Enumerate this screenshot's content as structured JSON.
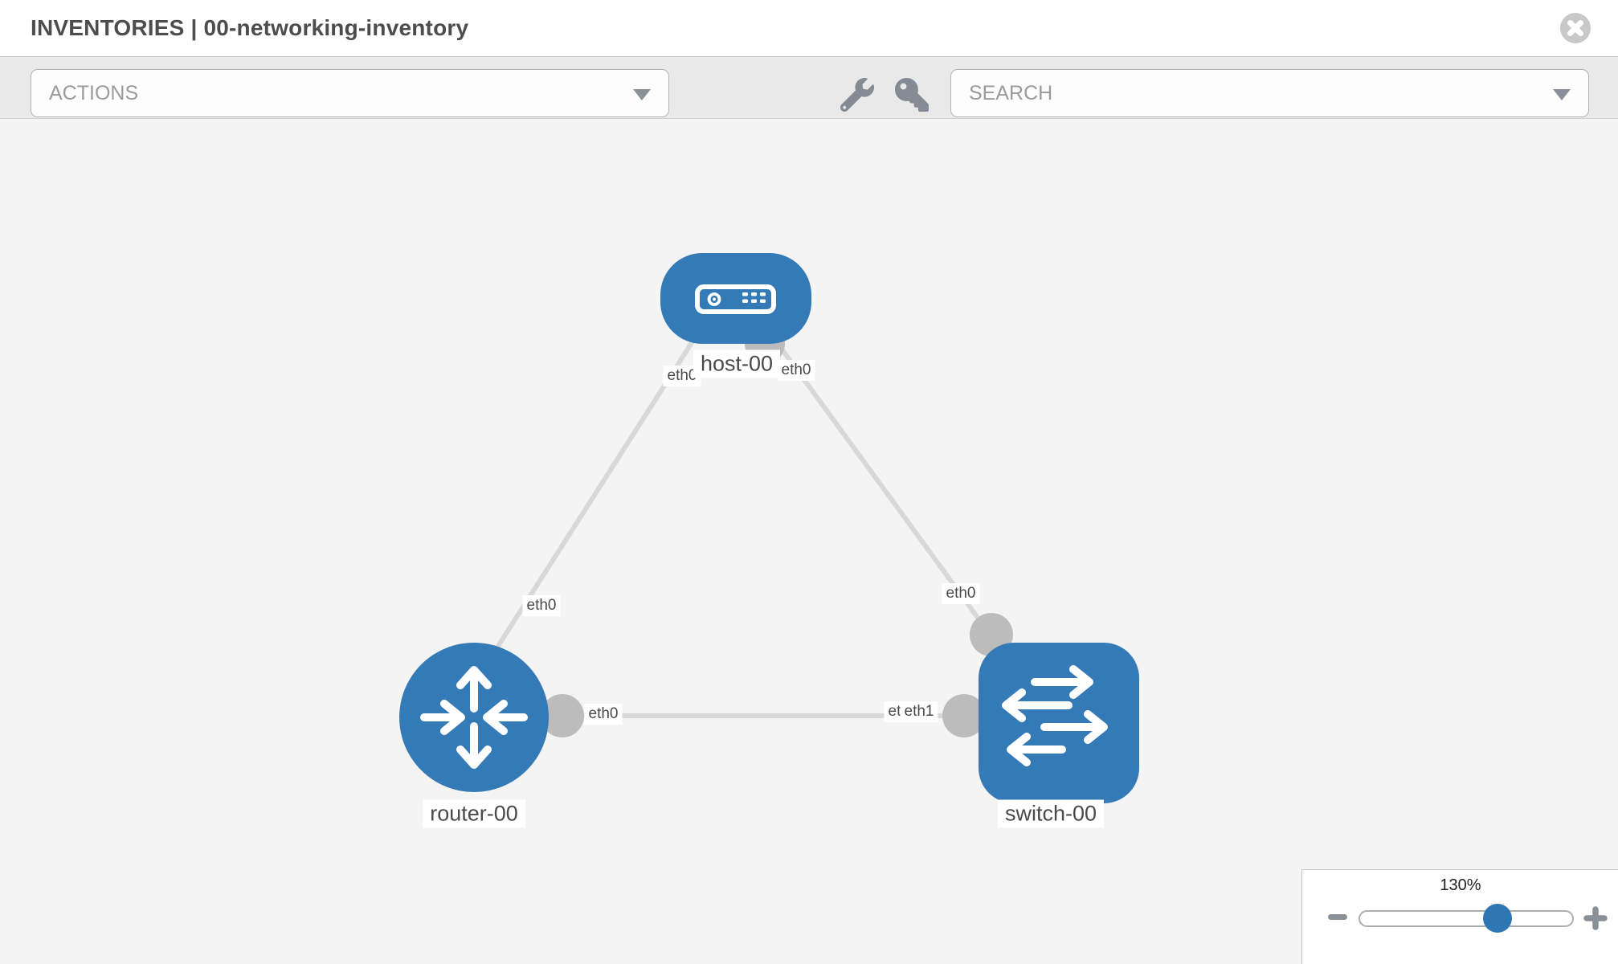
{
  "header": {
    "title": "INVENTORIES | 00-networking-inventory"
  },
  "toolbar": {
    "actions_label": "ACTIONS",
    "search_placeholder": "SEARCH"
  },
  "icons": {
    "close": "close-icon",
    "actions_caret": "chevron-down-icon",
    "wrench": "wrench-icon",
    "key": "key-icon",
    "search_caret": "chevron-down-icon",
    "zoom_out": "minus-icon",
    "zoom_in": "plus-icon"
  },
  "topology": {
    "nodes": {
      "host": {
        "label": "host-00",
        "type": "host"
      },
      "router": {
        "label": "router-00",
        "type": "router"
      },
      "switch": {
        "label": "switch-00",
        "type": "switch"
      }
    },
    "interfaces": {
      "host_left": "eth0",
      "host_right": "eth0",
      "link_host_router": "eth0",
      "link_host_switch": "eth0",
      "router_side": "eth0",
      "switch_side_under": "eth0",
      "switch_side": "eth1"
    }
  },
  "zoom_control": {
    "level": "130%"
  },
  "colors": {
    "node_blue": "#337ab7",
    "link_gray": "#d8d8d8",
    "connector_gray": "#bcbcbc",
    "canvas_bg": "#f4f4f4",
    "toolbar_bg": "#e9e9e9"
  }
}
